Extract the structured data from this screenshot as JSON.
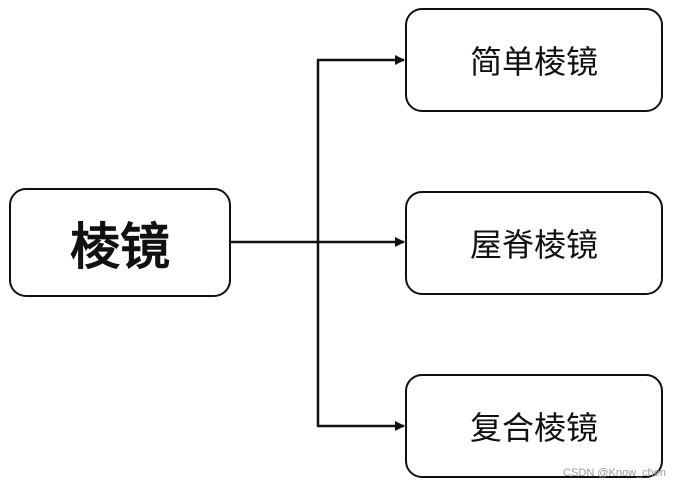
{
  "diagram": {
    "root": {
      "label": "棱镜"
    },
    "children": [
      {
        "label": "简单棱镜"
      },
      {
        "label": "屋脊棱镜"
      },
      {
        "label": "复合棱镜"
      }
    ],
    "colors": {
      "stroke": "#111111",
      "background": "#ffffff",
      "watermark": "#9a9a9a"
    }
  },
  "watermark": "CSDN @Know_chen"
}
